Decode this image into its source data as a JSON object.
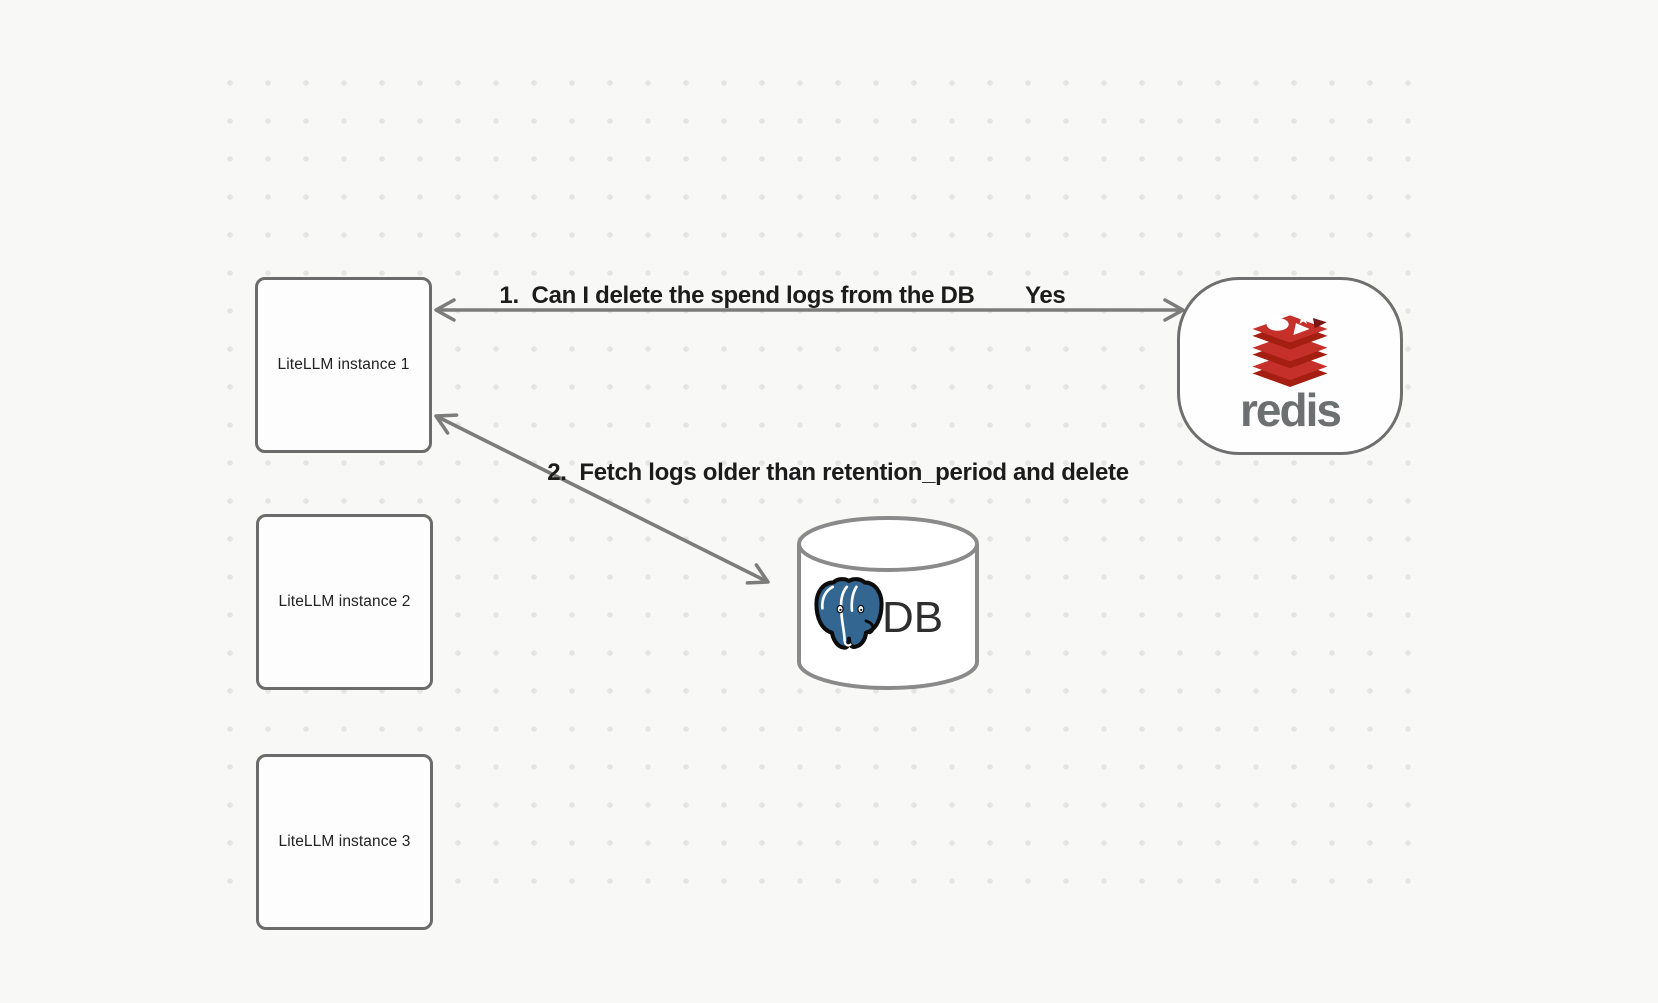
{
  "diagram": {
    "background_color": "#f8f8f7",
    "dot_color": "#e5e5e4",
    "border_color": "#6b6b6b",
    "arrow_color": "#7c7c7b",
    "label_color": "#1c1c1c",
    "nodes": {
      "instances": [
        {
          "label": "LiteLLM instance 1"
        },
        {
          "label": "LiteLLM instance 2"
        },
        {
          "label": "LiteLLM instance 3"
        }
      ],
      "redis": {
        "wordmark": "redis",
        "icon": "redis-logo-icon",
        "logo_red": "#C6302B",
        "logo_dark_red": "#A41E11",
        "wordmark_color": "#6d7071"
      },
      "db": {
        "label": "DB",
        "icon": "postgresql-elephant-icon",
        "shape": "database-cylinder",
        "elephant_blue": "#336791"
      }
    },
    "edges": {
      "edge1": {
        "label": "1.  Can I delete the spend logs from the DB",
        "response": "Yes",
        "from": "Redis",
        "to": "LiteLLM instance 1"
      },
      "edge2": {
        "label": "2.  Fetch logs older than retention_period and delete",
        "from": "LiteLLM instance 1",
        "to": "DB"
      }
    }
  }
}
